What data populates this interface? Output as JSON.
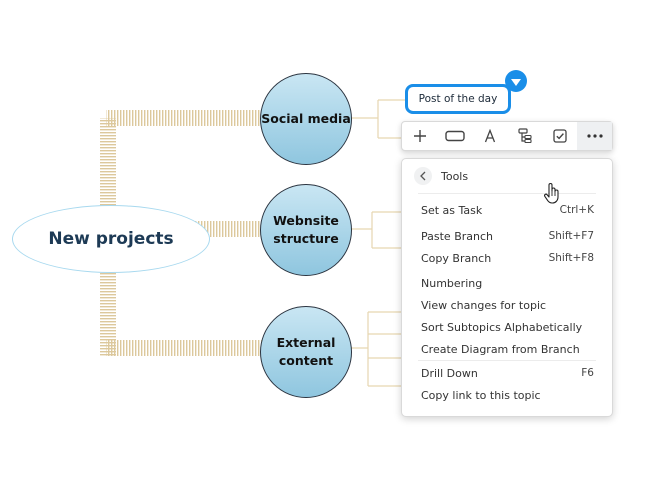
{
  "mindmap": {
    "central_topic": "New projects",
    "topics": [
      {
        "label_line1": "Social media",
        "label_line2": ""
      },
      {
        "label_line1": "Webnsite",
        "label_line2": "structure"
      },
      {
        "label_line1": "External",
        "label_line2": "content"
      }
    ],
    "selected_subtopic": "Post of the day"
  },
  "toolbar": {
    "buttons": [
      {
        "icon": "plus-icon"
      },
      {
        "icon": "topic-shape-icon"
      },
      {
        "icon": "text-style-icon"
      },
      {
        "icon": "structure-icon"
      },
      {
        "icon": "task-checkbox-icon"
      },
      {
        "icon": "more-icon"
      }
    ]
  },
  "menu": {
    "header": "Tools",
    "items": [
      {
        "label": "Set as Task",
        "shortcut": "Ctrl+K"
      },
      {
        "label": "Paste Branch",
        "shortcut": "Shift+F7"
      },
      {
        "label": "Copy Branch",
        "shortcut": "Shift+F8"
      },
      {
        "label": "Numbering",
        "shortcut": ""
      },
      {
        "label": "View changes for topic",
        "shortcut": ""
      },
      {
        "label": "Sort Subtopics Alphabetically",
        "shortcut": ""
      },
      {
        "label": "Create Diagram from Branch",
        "shortcut": ""
      },
      {
        "label": "Drill Down",
        "shortcut": "F6"
      },
      {
        "label": "Copy link to this topic",
        "shortcut": ""
      }
    ]
  },
  "colors": {
    "accent": "#1a8ee8",
    "topic_fill": "#a9d5ea",
    "connector": "#e6d6b0",
    "central_border": "#a8d9ef"
  }
}
